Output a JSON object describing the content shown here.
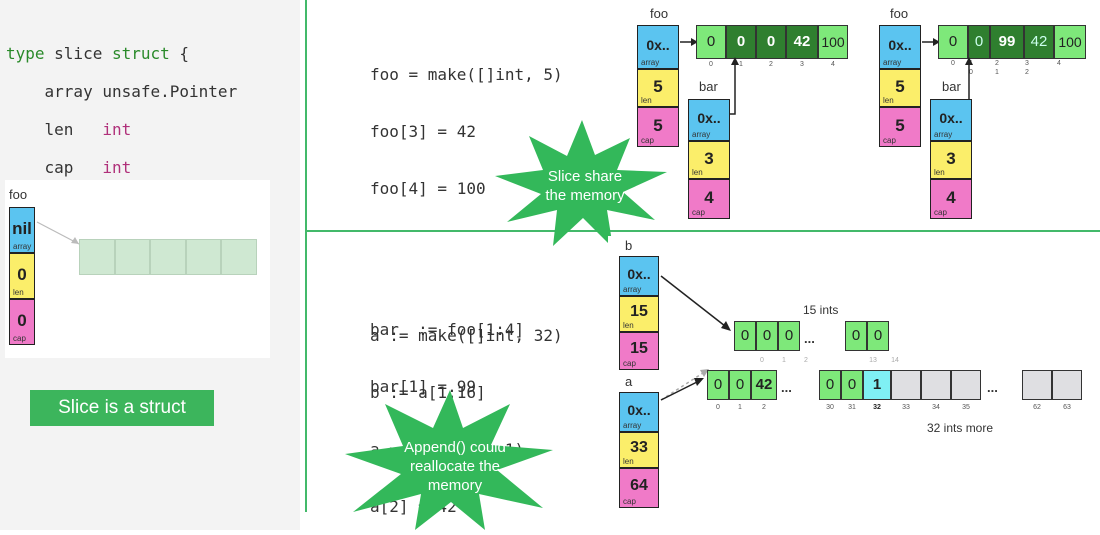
{
  "left": {
    "code": {
      "l1_kw": "type",
      "l1_name": " slice ",
      "l1_kw2": "struct",
      "l1_brace": " {",
      "l2_field": "    array",
      "l2_type": " unsafe.Pointer",
      "l3_field": "    len",
      "l3_type": "   int",
      "l4_field": "    cap",
      "l4_type": "   int",
      "l5": "}"
    },
    "figure": {
      "name": "foo",
      "array_value": "nil",
      "array_label": "array",
      "len_value": "0",
      "len_label": "len",
      "cap_value": "0",
      "cap_label": "cap"
    },
    "badge": "Slice is a struct"
  },
  "top": {
    "code": [
      "foo = make([]int, 5)",
      "foo[3] = 42",
      "foo[4] = 100",
      "bar  := foo[1:4]",
      "bar[1] = 99"
    ],
    "burst": "Slice share\nthe memory",
    "before": {
      "foo_label": "foo",
      "bar_label": "bar",
      "foo_header": {
        "array": "0x..",
        "array_label": "array",
        "len": "5",
        "len_label": "len",
        "cap": "5",
        "cap_label": "cap"
      },
      "bar_header": {
        "array": "0x..",
        "array_label": "array",
        "len": "3",
        "len_label": "len",
        "cap": "4",
        "cap_label": "cap"
      },
      "cells": [
        "0",
        "0",
        "0",
        "42",
        "100"
      ],
      "idx": [
        "0",
        "1",
        "2",
        "3",
        "4"
      ]
    },
    "after": {
      "foo_label": "foo",
      "bar_label": "bar",
      "foo_header": {
        "array": "0x..",
        "array_label": "array",
        "len": "5",
        "len_label": "len",
        "cap": "5",
        "cap_label": "cap"
      },
      "bar_header": {
        "array": "0x..",
        "array_label": "array",
        "len": "3",
        "len_label": "len",
        "cap": "4",
        "cap_label": "cap"
      },
      "cells": [
        "0",
        "0",
        "99",
        "42",
        "100"
      ],
      "idx_foo": [
        "0",
        "1",
        "2",
        "3",
        "4"
      ],
      "idx_bar": [
        "0",
        "1",
        "2"
      ]
    }
  },
  "bottom": {
    "code": [
      "a := make([]int, 32)",
      "b := a[1:16]",
      "a = append(a, 1)",
      "a[2] = 42"
    ],
    "burst": "Append() could\nreallocate the\nmemory",
    "b_label": "b",
    "a_label": "a",
    "b_header": {
      "array": "0x..",
      "array_label": "array",
      "len": "15",
      "len_label": "len",
      "cap": "15",
      "cap_label": "cap"
    },
    "a_header": {
      "array": "0x..",
      "array_label": "array",
      "len": "33",
      "len_label": "len",
      "cap": "64",
      "cap_label": "cap"
    },
    "ints15_label": "15 ints",
    "b_cells": [
      "0",
      "0",
      "0",
      "0",
      "0"
    ],
    "b_idx": [
      "0",
      "1",
      "2",
      "13",
      "14"
    ],
    "ellipsis": "...",
    "a_cells": [
      "0",
      "0",
      "42",
      "0",
      "0",
      "1"
    ],
    "a_idx": [
      "0",
      "1",
      "2",
      "30",
      "31",
      "32",
      "33",
      "34",
      "35",
      "62",
      "63"
    ],
    "ints32_label": "32 ints more"
  }
}
